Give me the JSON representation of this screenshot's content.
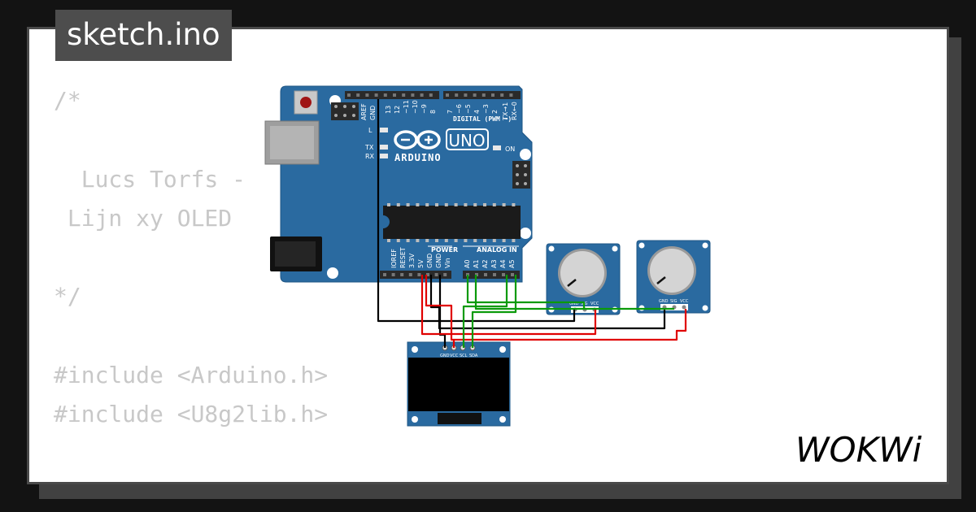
{
  "page": {
    "title": "sketch.ino"
  },
  "code_lines": [
    "/*",
    "",
    "  Lucs Torfs -",
    " Lijn xy OLED",
    "",
    "*/",
    "",
    "#include <Arduino.h>",
    "#include <U8g2lib.h>"
  ],
  "board": {
    "brand": "ARDUINO",
    "model": "UNO",
    "digital_label": "DIGITAL (PWM ~)",
    "aref": "AREF",
    "gnd_top": "GND",
    "tx_top": "TX→1",
    "rx_top": "RX←0",
    "led_l": "L",
    "led_tx": "TX",
    "led_rx": "RX",
    "on_label": "ON",
    "power_label": "POWER",
    "analog_label": "ANALOG IN",
    "digital_pins": [
      "13",
      "12",
      "~11",
      "~10",
      "~9",
      "8",
      "7",
      "~6",
      "~5",
      "4",
      "~3",
      "2"
    ],
    "power_pins": [
      "IOREF",
      "RESET",
      "3.3V",
      "5V",
      "GND",
      "GND",
      "Vin"
    ],
    "analog_pins": [
      "A0",
      "A1",
      "A2",
      "A3",
      "A4",
      "A5"
    ]
  },
  "oled": {
    "pin_labels": [
      "GND",
      "VCC",
      "SCL",
      "SDA"
    ]
  },
  "potentiometers": [
    {
      "pin_labels": [
        "GND",
        "SIG",
        "VCC"
      ]
    },
    {
      "pin_labels": [
        "GND",
        "SIG",
        "VCC"
      ]
    }
  ],
  "brand": {
    "logo": "WOKWi"
  },
  "colors": {
    "page_bg": "#131313",
    "card_bg": "#ffffff",
    "code_text": "#c8c8c8",
    "board_blue": "#2a6aa0",
    "wire_black": "#000000",
    "wire_red": "#e00000",
    "wire_green": "#0a9a0a"
  }
}
